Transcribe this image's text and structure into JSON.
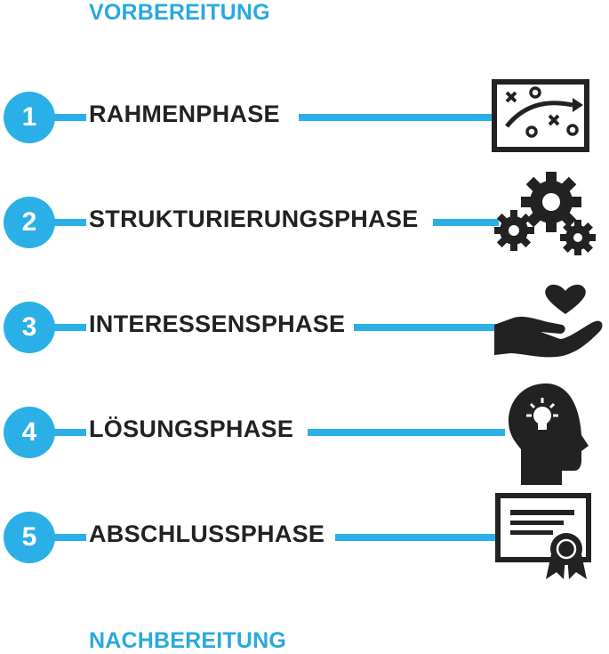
{
  "sections": {
    "top": "VORBEREITUNG",
    "bottom": "NACHBEREITUNG"
  },
  "accent_color": "#2ab0e6",
  "phases": [
    {
      "number": "1",
      "title": "RAHMENPHASE",
      "icon": "strategy-board-icon"
    },
    {
      "number": "2",
      "title": "STRUKTURIERUNGSPHASE",
      "icon": "gears-icon"
    },
    {
      "number": "3",
      "title": "INTERESSENSPHASE",
      "icon": "heart-in-hand-icon"
    },
    {
      "number": "4",
      "title": "LÖSUNGSPHASE",
      "icon": "head-lightbulb-icon"
    },
    {
      "number": "5",
      "title": "ABSCHLUSSPHASE",
      "icon": "certificate-icon"
    }
  ]
}
